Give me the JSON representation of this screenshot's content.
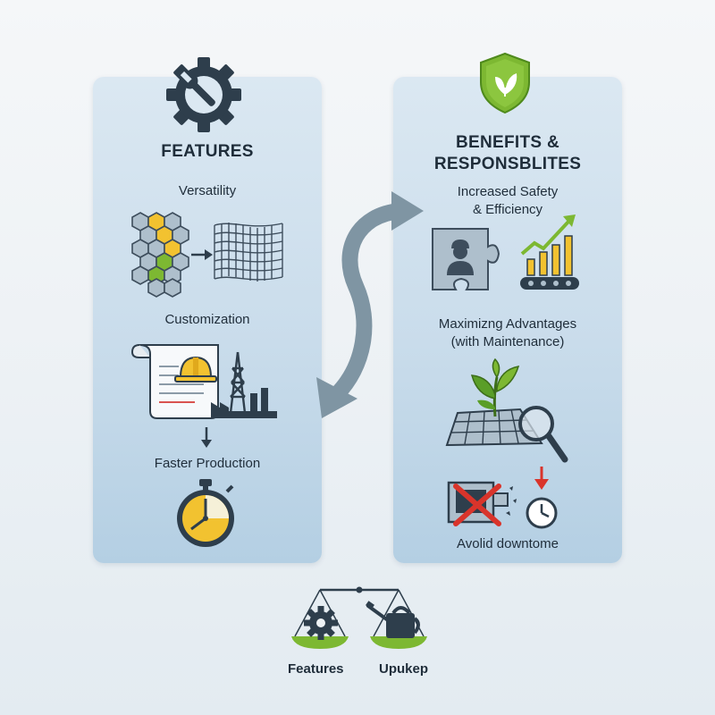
{
  "left_panel": {
    "heading": "FEATURES",
    "items": [
      "Versatility",
      "Customization",
      "Faster Production"
    ],
    "icons": [
      "gear-wrench-icon",
      "hexagon-grid-icon",
      "mesh-fabric-icon",
      "document-scroll-icon",
      "hard-hat-icon",
      "oil-rig-icon",
      "stopwatch-icon"
    ]
  },
  "right_panel": {
    "heading_line1": "BENEFITS &",
    "heading_line2": "RESPONSBLITES",
    "items": [
      {
        "line1": "Increased Safety",
        "line2": "& Efficiency"
      },
      {
        "line1": "Maximizng Advantages",
        "line2": "(with Maintenance)"
      },
      {
        "line1": "Avolid downtome",
        "line2": ""
      }
    ],
    "icons": [
      "shield-leaf-icon",
      "worker-puzzle-icon",
      "growth-chart-icon",
      "sprout-grid-icon",
      "magnifier-icon",
      "broken-machine-icon",
      "clock-icon"
    ]
  },
  "balance": {
    "left_label": "Features",
    "right_label": "Upukep",
    "icons": [
      "gear-icon",
      "watering-can-icon"
    ]
  },
  "colors": {
    "accent_green": "#7db832",
    "accent_yellow": "#f2c230",
    "arrow_gray": "#7f95a3",
    "dark": "#2e3e4c"
  }
}
